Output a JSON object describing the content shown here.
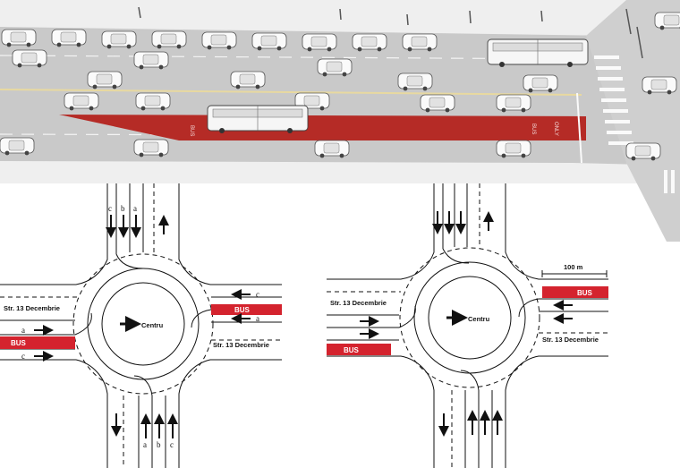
{
  "street_photo": {
    "lane_markings": [
      "BUS",
      "BUS",
      "ONLY"
    ]
  },
  "left_diagram": {
    "street_left": "Str. 13 Decembrie",
    "street_right": "Str. 13 Decembrie",
    "center": "Centru",
    "bus": "BUS",
    "lanes_top": [
      "c",
      "b",
      "a"
    ],
    "lanes_bottom": [
      "a",
      "b",
      "c"
    ],
    "lanes_west": [
      "a",
      "c"
    ],
    "lanes_east": [
      "c",
      "a"
    ]
  },
  "right_diagram": {
    "street_left": "Str. 13 Decembrie",
    "street_right": "Str. 13 Decembrie",
    "center": "Centru",
    "bus": "BUS",
    "distance": "100 m"
  },
  "colors": {
    "bus_lane": "#d4232e",
    "road": "#c9c9c9",
    "road_dark": "#bdbdbd",
    "asphalt_line": "#e8d9a0",
    "bus_lane_photo": "#b52b26"
  }
}
